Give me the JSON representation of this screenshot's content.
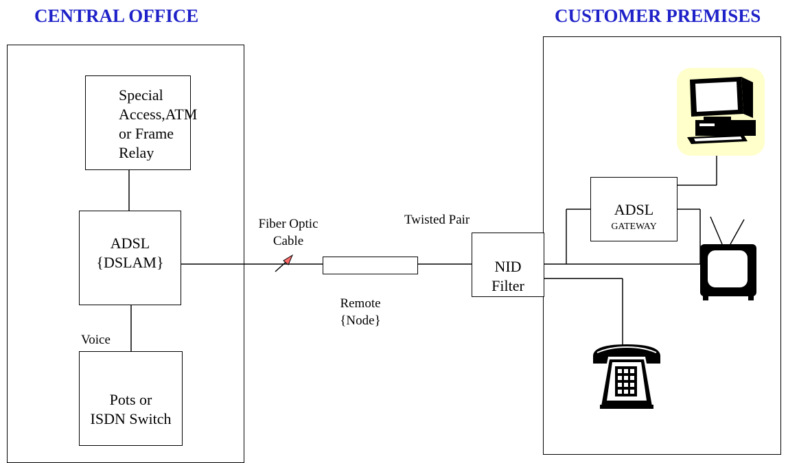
{
  "headings": {
    "central_office": "CENTRAL OFFICE",
    "customer_premises": "CUSTOMER PREMISES"
  },
  "central_office": {
    "special_access": [
      "Special",
      "Access,ATM",
      "or Frame",
      "Relay"
    ],
    "adsl": "ADSL",
    "dslam": "{DSLAM}",
    "voice_label": "Voice",
    "switch": [
      "Pots or",
      "ISDN Switch"
    ]
  },
  "link": {
    "fiber_label": [
      "Fiber Optic",
      "Cable"
    ],
    "twisted_pair_label": "Twisted Pair",
    "remote_label": "Remote",
    "node_label": "{Node}"
  },
  "customer": {
    "nid_filter": [
      "NID",
      "Filter"
    ],
    "gateway_title": "ADSL",
    "gateway_sub": "GATEWAY"
  },
  "icons": {
    "computer": "computer-icon",
    "television": "television-icon",
    "telephone": "telephone-icon",
    "fiber_arrow": "arrow-icon"
  },
  "colors": {
    "heading": "#1f22c8",
    "computer_backdrop": "#ffffcc",
    "fiber_arrow": "#ff6b6b"
  }
}
